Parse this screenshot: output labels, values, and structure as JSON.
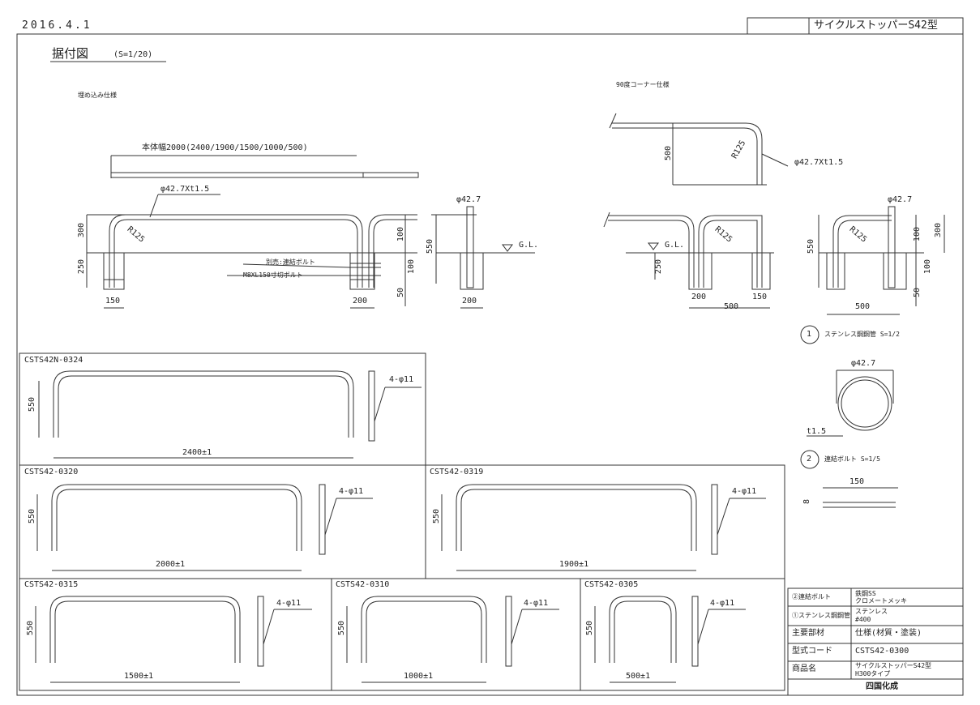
{
  "header": {
    "date": "2016.4.1",
    "product_title": "サイクルストッパーS42型"
  },
  "install": {
    "title": "据付図",
    "scale": "(S=1/20)",
    "buried_spec": "埋め込み仕様",
    "body_width": "本体幅2000(2400/1900/1500/1000/500)",
    "pipe": "φ42.7Xt1.5",
    "radius": "R125",
    "dim_300": "300",
    "dim_250": "250",
    "dim_150": "150",
    "dim_200": "200",
    "dim_100a": "100",
    "dim_100b": "100",
    "dim_50": "50",
    "dim_550": "550",
    "bolt_note_1": "別売:連結ボルト",
    "bolt_note_2": "M8XL150寸切ボルト",
    "side_dia": "φ42.7",
    "gl": "G.L.",
    "corner_spec": "90度コーナー仕様",
    "corner_500": "500",
    "corner_pipe": "φ42.7Xt1.5",
    "dim_500a": "500",
    "dim_500b": "500"
  },
  "details": {
    "steel_label": "ステンレス鋼鋼管 S=1/2",
    "steel_no": "1",
    "steel_dia": "φ42.7",
    "steel_t": "t1.5",
    "bolt_label": "連結ボルト S=1/5",
    "bolt_no": "2",
    "bolt_len": "150",
    "bolt_dia": "8"
  },
  "models": [
    {
      "code": "CSTS42N-0324",
      "width": "2400±1",
      "height": "550",
      "holes": "4-φ11"
    },
    {
      "code": "CSTS42-0320",
      "width": "2000±1",
      "height": "550",
      "holes": "4-φ11"
    },
    {
      "code": "CSTS42-0319",
      "width": "1900±1",
      "height": "550",
      "holes": "4-φ11"
    },
    {
      "code": "CSTS42-0315",
      "width": "1500±1",
      "height": "550",
      "holes": "4-φ11"
    },
    {
      "code": "CSTS42-0310",
      "width": "1000±1",
      "height": "550",
      "holes": "4-φ11"
    },
    {
      "code": "CSTS42-0305",
      "width": "500±1",
      "height": "550",
      "holes": "4-φ11"
    }
  ],
  "title_block": {
    "r1_label": "②連結ボルト",
    "r1_val1": "鉄鋼SS",
    "r1_val2": "クロメートメッキ",
    "r2_label": "①ステンレス鋼鋼管",
    "r2_val1": "ステンレス",
    "r2_val2": "#400",
    "r3_label": "主要部材",
    "r3_val": "仕様(材質・塗装)",
    "r4_label": "型式コード",
    "r4_val": "CSTS42-0300",
    "r5_label": "商品名",
    "r5_val1": "サイクルストッパーS42型",
    "r5_val2": "H300タイプ",
    "maker": "四国化成"
  }
}
